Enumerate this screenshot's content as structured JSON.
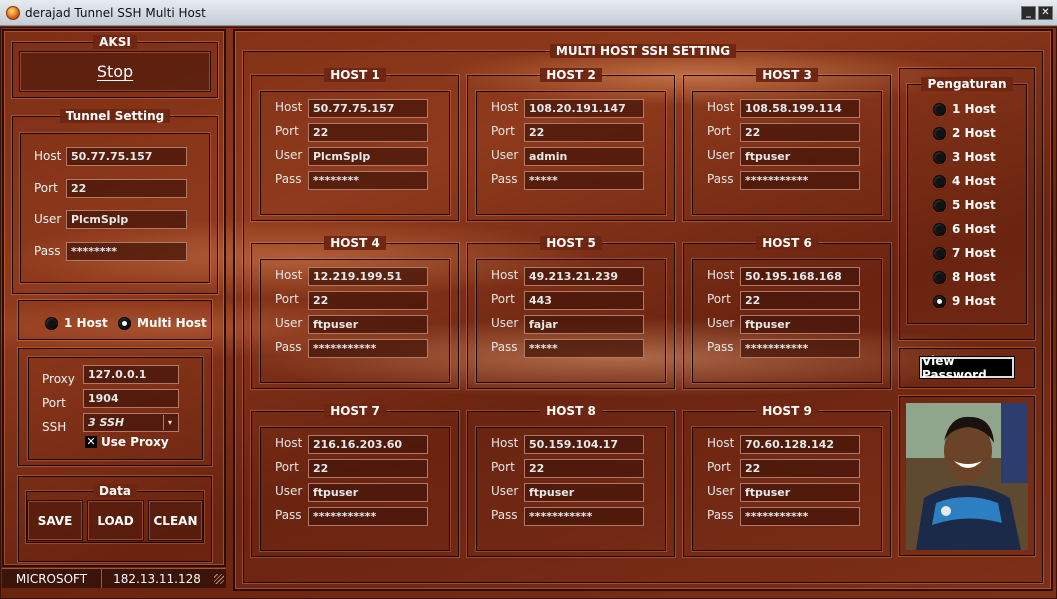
{
  "window": {
    "title": "derajad Tunnel SSH Multi Host"
  },
  "aksi": {
    "legend": "AKSI",
    "stop_label": "Stop"
  },
  "tunnel": {
    "legend": "Tunnel Setting",
    "host_label": "Host",
    "host": "50.77.75.157",
    "port_label": "Port",
    "port": "22",
    "user_label": "User",
    "user": "PlcmSplp",
    "pass_label": "Pass",
    "pass": "********"
  },
  "mode": {
    "one_host": "1 Host",
    "multi_host": "Multi Host",
    "selected": "multi"
  },
  "proxy": {
    "proxy_label": "Proxy",
    "proxy": "127.0.0.1",
    "port_label": "Port",
    "port": "1904",
    "ssh_label": "SSH",
    "ssh": "3 SSH",
    "use_proxy": "Use Proxy"
  },
  "data": {
    "legend": "Data",
    "save": "SAVE",
    "load": "LOAD",
    "clean": "CLEAN"
  },
  "status": {
    "left": "MICROSOFT",
    "right": "182.13.11.128"
  },
  "multi": {
    "legend": "MULTI HOST SSH SETTING"
  },
  "labels": {
    "host": "Host",
    "port": "Port",
    "user": "User",
    "pass": "Pass"
  },
  "hosts": [
    {
      "name": "HOST 1",
      "host": "50.77.75.157",
      "port": "22",
      "user": "PlcmSplp",
      "pass": "********"
    },
    {
      "name": "HOST 2",
      "host": "108.20.191.147",
      "port": "22",
      "user": "admin",
      "pass": "*****"
    },
    {
      "name": "HOST 3",
      "host": "108.58.199.114",
      "port": "22",
      "user": "ftpuser",
      "pass": "***********"
    },
    {
      "name": "HOST 4",
      "host": "12.219.199.51",
      "port": "22",
      "user": "ftpuser",
      "pass": "***********"
    },
    {
      "name": "HOST 5",
      "host": "49.213.21.239",
      "port": "443",
      "user": "fajar",
      "pass": "*****"
    },
    {
      "name": "HOST 6",
      "host": "50.195.168.168",
      "port": "22",
      "user": "ftpuser",
      "pass": "***********"
    },
    {
      "name": "HOST 7",
      "host": "216.16.203.60",
      "port": "22",
      "user": "ftpuser",
      "pass": "***********"
    },
    {
      "name": "HOST 8",
      "host": "50.159.104.17",
      "port": "22",
      "user": "ftpuser",
      "pass": "***********"
    },
    {
      "name": "HOST 9",
      "host": "70.60.128.142",
      "port": "22",
      "user": "ftpuser",
      "pass": "***********"
    }
  ],
  "pengaturan": {
    "legend": "Pengaturan",
    "options": [
      "1 Host",
      "2 Host",
      "3 Host",
      "4 Host",
      "5 Host",
      "6 Host",
      "7 Host",
      "8 Host",
      "9 Host"
    ],
    "selected": "9 Host"
  },
  "view_password": "View Password"
}
